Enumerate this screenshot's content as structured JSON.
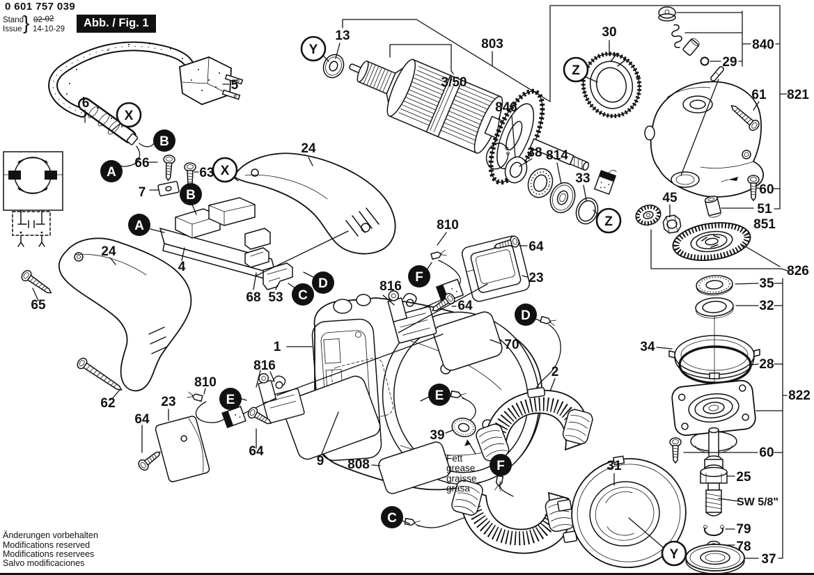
{
  "header": {
    "doc_number": "0 601 757 039",
    "stand_label": "Stand",
    "issue_label": "Issue",
    "brace": "}",
    "stand_old": "02-02",
    "stand_new": "14-10-29",
    "figure_label": "Abb. / Fig. 1"
  },
  "footer": {
    "line1": "Änderungen vorbehalten",
    "line2": "Modifications reserved",
    "line3": "Modifications reservees",
    "line4": "Salvo modificaciones"
  },
  "callouts": {
    "p1": "1",
    "p2": "2",
    "p3_50": "3/50",
    "p4": "4",
    "p5": "5",
    "p6": "6",
    "p7": "7",
    "p9": "9",
    "p13": "13",
    "p23": "23",
    "p24": "24",
    "p25": "25",
    "p28": "28",
    "p29": "29",
    "p30": "30",
    "p31": "31",
    "p32": "32",
    "p33": "33",
    "p34": "34",
    "p35": "35",
    "p37": "37",
    "p38": "38",
    "p39": "39",
    "p45": "45",
    "p51": "51",
    "p53": "53",
    "p60": "60",
    "p61": "61",
    "p62": "62",
    "p63": "63",
    "p64": "64",
    "p65": "65",
    "p66": "66",
    "p68": "68",
    "p70": "70",
    "p78": "78",
    "p79": "79",
    "p803": "803",
    "p808": "808",
    "p810": "810",
    "p814": "814",
    "p816": "816",
    "p821": "821",
    "p822": "822",
    "p826": "826",
    "p840": "840",
    "p846": "846",
    "p851": "851",
    "sw_5_8": "SW 5/8\""
  },
  "markers": {
    "A": "A",
    "B": "B",
    "C": "C",
    "D": "D",
    "E": "E",
    "F": "F",
    "X": "X",
    "Y": "Y",
    "Z": "Z"
  },
  "grease": {
    "l1": "Fett",
    "l2": "grease",
    "l3": "graisse",
    "l4": "grasa"
  }
}
